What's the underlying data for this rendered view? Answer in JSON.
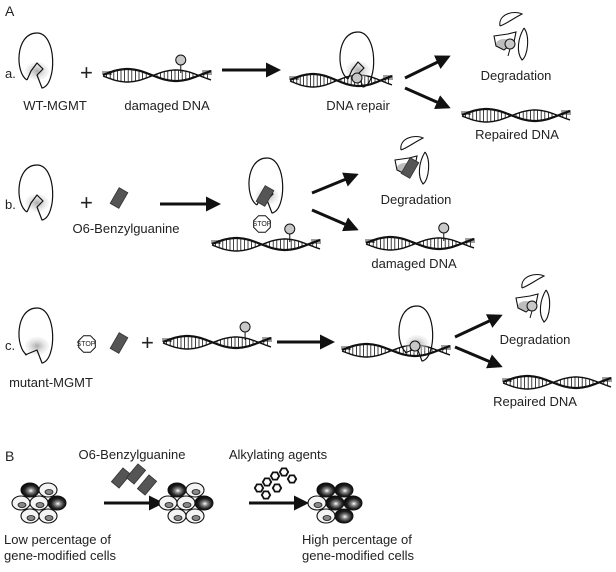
{
  "figure": {
    "panel_a": {
      "label": "A",
      "rows": [
        {
          "label": "a.",
          "enzyme_label": "WT-MGMT",
          "substrate_label": "damaged DNA",
          "intermediate_label": "DNA repair",
          "outcome_top": "Degradation",
          "outcome_bottom": "Repaired DNA"
        },
        {
          "label": "b.",
          "inhibitor_label": "O6-Benzylguanine",
          "stop_text": "STOP",
          "outcome_top": "Degradation",
          "outcome_bottom": "damaged DNA"
        },
        {
          "label": "c.",
          "enzyme_label": "mutant-MGMT",
          "stop_text": "STOP",
          "outcome_top": "Degradation",
          "outcome_bottom": "Repaired DNA"
        }
      ],
      "plus_sign": "+"
    },
    "panel_b": {
      "label": "B",
      "step1_label": "O6-Benzylguanine",
      "step2_label": "Alkylating agents",
      "start_caption_line1": "Low percentage of",
      "start_caption_line2": "gene-modified cells",
      "end_caption_line1": "High percentage of",
      "end_caption_line2": "gene-modified cells",
      "cell_groups": [
        {
          "name": "initial",
          "modified": [
            true,
            false,
            false,
            false,
            true,
            false,
            false
          ]
        },
        {
          "name": "after-benzylguanine",
          "modified": [
            true,
            false,
            false,
            false,
            true,
            false,
            false
          ]
        },
        {
          "name": "after-alkylating",
          "modified": [
            true,
            true,
            false,
            true,
            true,
            false,
            true
          ]
        }
      ]
    },
    "colors": {
      "ink": "#111111",
      "shade": "#bdbdbd",
      "inhibitor": "#555555",
      "lesion": "#c8c8c8"
    }
  }
}
